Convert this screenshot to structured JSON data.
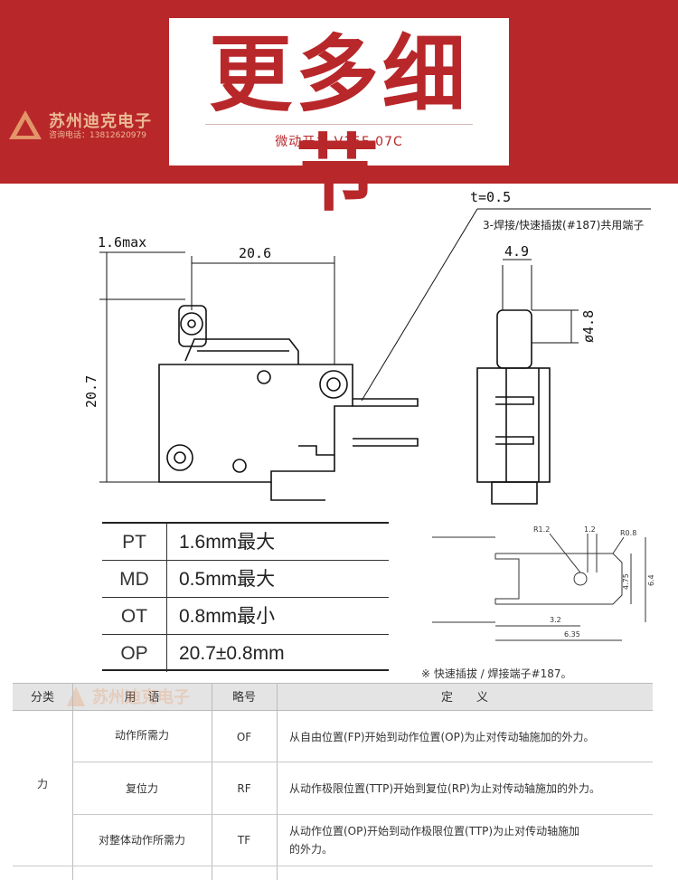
{
  "header": {
    "title": "更多细节",
    "subtitle": "微动开关  V15F-07C",
    "logo_name": "苏州迪克电子",
    "logo_tel": "咨询电话：13812620979"
  },
  "drawing": {
    "thickness": "t=0.5",
    "terminal_label": "3-焊接/快速插拔(#187)共用端子",
    "dim_max": "1.6max",
    "dim_width": "20.6",
    "dim_height": "20.7",
    "dim_side_width": "4.9",
    "dim_roller": "ø4.8"
  },
  "spec": {
    "rows": [
      {
        "key": "PT",
        "value": "1.6mm最大"
      },
      {
        "key": "MD",
        "value": "0.5mm最大"
      },
      {
        "key": "OT",
        "value": "0.8mm最小"
      },
      {
        "key": "OP",
        "value": "20.7±0.8mm"
      }
    ]
  },
  "terminal": {
    "r1": "R1.2",
    "d12": "1.2",
    "r08": "R0.8",
    "d475": "4.75",
    "d64": "6.4",
    "d32": "3.2",
    "d635": "6.35",
    "note": "※ 快速插拔 / 焊接端子#187。"
  },
  "deftable": {
    "headers": {
      "category": "分类",
      "term": "用　语",
      "abbr": "略号",
      "definition": "定　　义"
    },
    "category": "力",
    "rows": [
      {
        "term": "动作所需力",
        "abbr": "OF",
        "definition_1": "从自由位置(FP)开始到动作位置(OP)为止对传动轴施加的外力。",
        "definition_2": ""
      },
      {
        "term": "复位力",
        "abbr": "RF",
        "definition_1": "从动作极限位置(TTP)开始到复位(RP)为止对传动轴施加的外力。",
        "definition_2": ""
      },
      {
        "term": "对整体动作所需力",
        "abbr": "TF",
        "definition_1": "从动作位置(OP)开始到动作极限位置(TTP)为止对传动轴施加",
        "definition_2": "的外力。"
      }
    ]
  },
  "colors": {
    "brand_red": "#b8272a"
  }
}
